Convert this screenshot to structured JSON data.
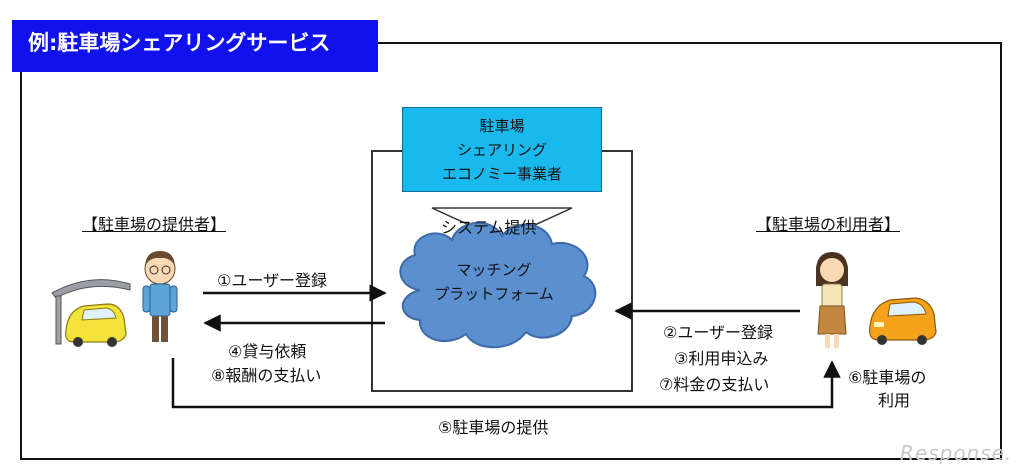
{
  "title": "例:駐車場シェアリングサービス",
  "operator": {
    "line1": "駐車場",
    "line2": "シェアリング",
    "line3": "エコノミー事業者"
  },
  "system_provision": "システム提供",
  "platform": {
    "line1": "マッチング",
    "line2": "プラットフォーム"
  },
  "provider": {
    "label": "【駐車場の提供者】"
  },
  "user": {
    "label": "【駐車場の利用者】"
  },
  "steps": {
    "s1": "①ユーザー登録",
    "s4": "④貸与依頼",
    "s8": "⑧報酬の支払い",
    "s2": "②ユーザー登録",
    "s3": "③利用申込み",
    "s7": "⑦料金の支払い",
    "s6a": "⑥駐車場の",
    "s6b": "利用",
    "s5": "⑤駐車場の提供"
  },
  "logo": "Response.",
  "icons": [
    "carport-car-icon",
    "man-person-icon",
    "woman-person-icon",
    "car-icon",
    "cloud-icon"
  ],
  "colors": {
    "title_bg": "#1111ee",
    "operator_bg": "#19b9ee",
    "cloud_fill": "#5b8fcf",
    "car_yellow": "#f3e23a",
    "car_orange": "#f3a21a"
  }
}
